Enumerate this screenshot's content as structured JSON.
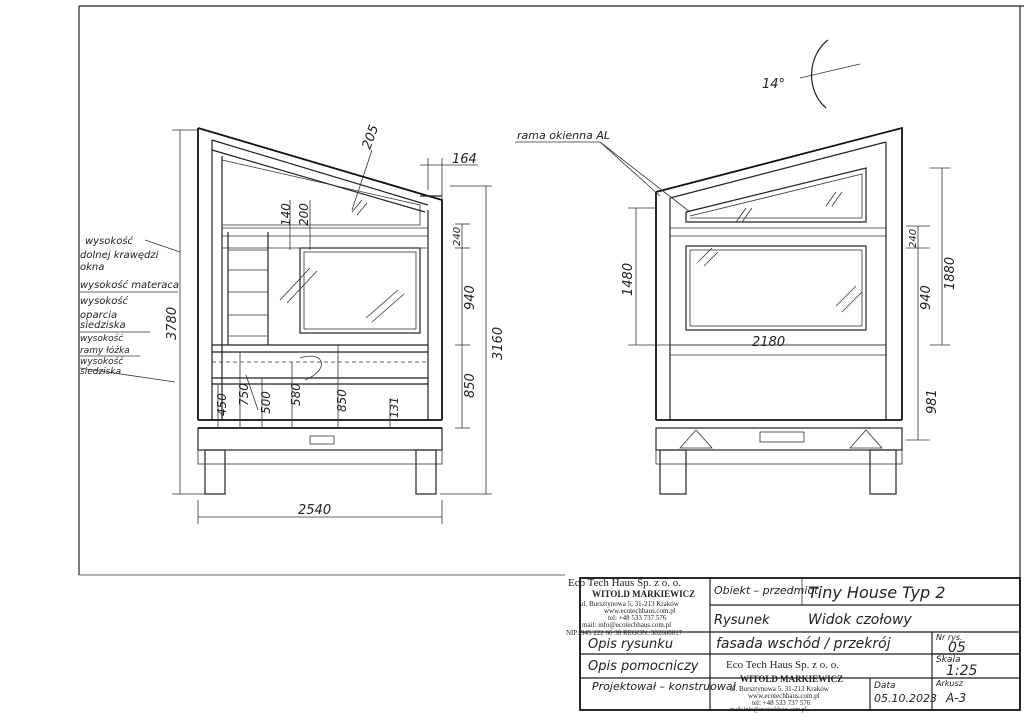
{
  "angle_label": "14°",
  "window_frame_label": "rama okienna AL",
  "left_labels": {
    "window_lower_edge": [
      "wysokość",
      "dolnej krawędzi",
      "okna"
    ],
    "mattress_height": [
      "wysokość materaca"
    ],
    "backrest_height": [
      "wysokość",
      "oparcia",
      "siedziska"
    ],
    "bed_frame_height": [
      "wysokość",
      "ramy łóżka"
    ],
    "seat_height": [
      "wysokość",
      "siedziska"
    ]
  },
  "left_view_dims": {
    "d205": "205",
    "d164": "164",
    "d140": "140",
    "d200": "200",
    "d240": "240",
    "d940": "940",
    "d3160": "3160",
    "d3780": "3780",
    "d850_right": "850",
    "d450": "450",
    "d750": "750",
    "d500": "500",
    "d580": "580",
    "d850_mid": "850",
    "d131": "131",
    "d2540": "2540"
  },
  "right_view_dims": {
    "d1480": "1480",
    "d2180": "2180",
    "d240": "240",
    "d940": "940",
    "d1880": "1880",
    "d981": "981"
  },
  "company_stamp": {
    "name": "Eco Tech Haus Sp. z o. o.",
    "person": "WITOLD MARKIEWICZ",
    "address": "ul. Bursztynowa 5, 31-213 Kraków",
    "web": "www.ecotechhaus.com.pl",
    "tel": "tel: +48 533 737 576",
    "mail": "mail: info@ecotechhaus.com.pl",
    "nip": "NIP: 945 222 66 30 REGON: 382600017"
  },
  "title_block": {
    "object_label": "Obiekt – przedmiot",
    "object_value": "Tiny House Typ 2",
    "drawing_label": "Rysunek",
    "drawing_value": "Widok czołowy",
    "description_label": "Opis rysunku",
    "description_value": "fasada wschód / przekrój",
    "sheet_no_label": "Nr rys.",
    "sheet_no_value": "05",
    "aux_description_label": "Opis pomocniczy",
    "scale_label": "Skala",
    "scale_value": "1:25",
    "designed_label": "Projektował – konstruował",
    "date_label": "Data",
    "date_value": "05.10.2023",
    "sheet_label": "Arkusz",
    "sheet_value": "A-3"
  },
  "bottom_stamp": {
    "name": "Eco Tech Haus Sp. z o. o.",
    "person": "WITOLD MARKIEWICZ",
    "address": "ul. Bursztynowa 5, 31-213 Kraków",
    "web": "www.ecotechhaus.com.pl",
    "tel": "tel: +48 533 737 576",
    "mail": "mail: info@ecotechhaus.com.pl"
  }
}
